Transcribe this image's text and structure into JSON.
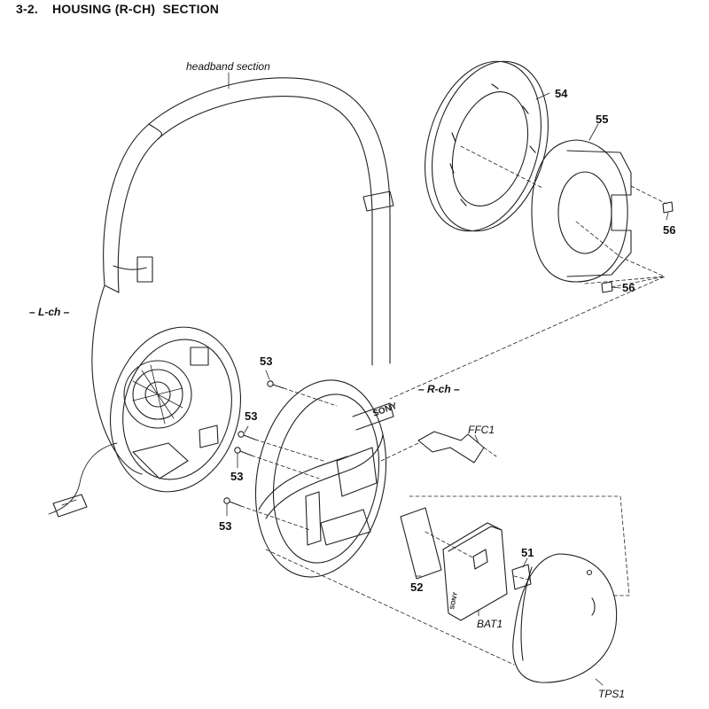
{
  "header": {
    "section_number": "3-2.",
    "section_title": "HOUSING (R-CH)  SECTION"
  },
  "callouts": {
    "headband": "headband section",
    "lch": "– L-ch –",
    "rch": "– R-ch –",
    "p51": "51",
    "p52": "52",
    "p53": "53",
    "p54": "54",
    "p55": "55",
    "p56": "56",
    "ffc1": "FFC1",
    "bat1": "BAT1",
    "tps1": "TPS1"
  },
  "brand_marks": {
    "cup_logo": "SONY",
    "battery_logo": "SONY"
  }
}
